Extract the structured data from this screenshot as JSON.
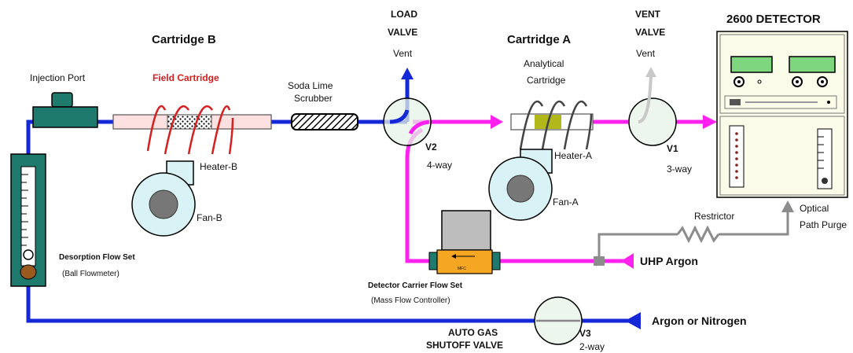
{
  "labels": {
    "cartridge_b": "Cartridge B",
    "field_cartridge": "Field Cartridge",
    "injection_port": "Injection Port",
    "soda_lime_1": "Soda Lime",
    "soda_lime_2": "Scrubber",
    "load_valve_1": "LOAD",
    "load_valve_2": "VALVE",
    "vent_left": "Vent",
    "cartridge_a": "Cartridge A",
    "analytical_1": "Analytical",
    "analytical_2": "Cartridge",
    "vent_valve_1": "VENT",
    "vent_valve_2": "VALVE",
    "vent_right": "Vent",
    "detector_title": "2600 DETECTOR",
    "v2": "V2",
    "v2_type": "4-way",
    "v1": "V1",
    "v1_type": "3-way",
    "heater_b": "Heater-B",
    "fan_b": "Fan-B",
    "heater_a": "Heater-A",
    "fan_a": "Fan-A",
    "restrictor": "Restrictor",
    "optical_1": "Optical",
    "optical_2": "Path Purge",
    "desorption_1": "Desorption Flow Set",
    "desorption_2": "(Ball Flowmeter)",
    "mfc": "MFC",
    "detector_carrier_1": "Detector Carrier Flow Set",
    "detector_carrier_2": "(Mass Flow Controller)",
    "uhp_argon": "UHP Argon",
    "argon_nitrogen": "Argon or Nitrogen",
    "auto_gas_1": "AUTO GAS",
    "auto_gas_2": "SHUTOFF VALVE",
    "v3": "V3",
    "v3_type": "2-way"
  },
  "colors": {
    "blue_line": "#1528d8",
    "magenta_line": "#ff22ee",
    "gray_line": "#8c8c8c",
    "heater_red": "#d42020",
    "valve_fill": "#e6f3e6",
    "fan_fill": "#d8f2f6",
    "teal": "#1f7a6e",
    "detector_fill": "#fbfbe9"
  }
}
